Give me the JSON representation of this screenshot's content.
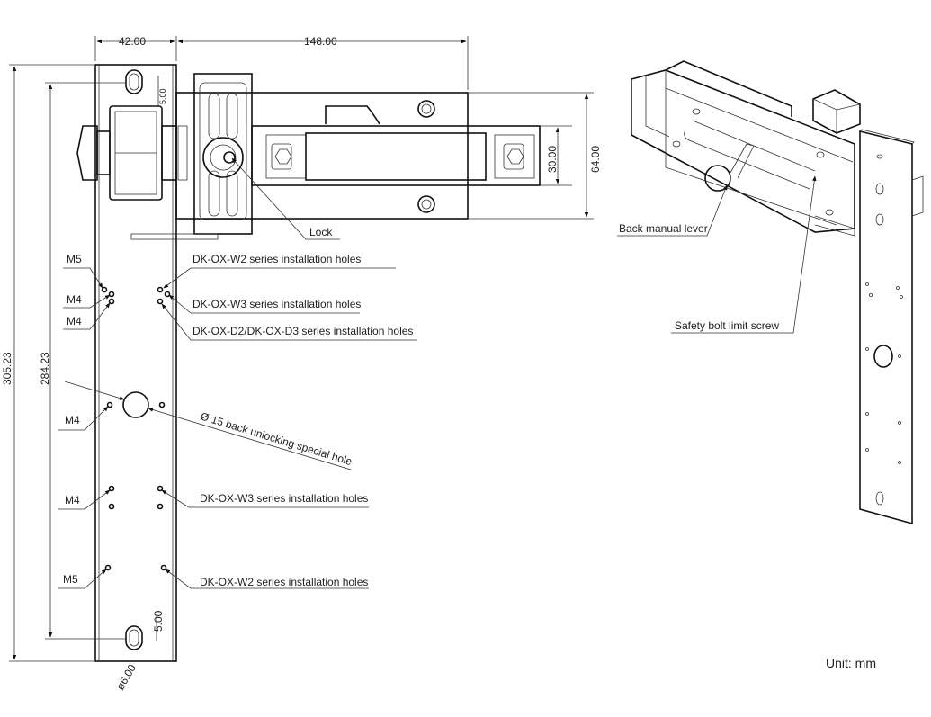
{
  "dimensions": {
    "top_width": "42.00",
    "top_length": "148.00",
    "slot_offset_top": "5.00",
    "body_height_outer": "305.23",
    "body_height_inner": "284.23",
    "box_height_inner": "30.00",
    "box_height_outer": "64.00",
    "slot_offset_bottom": "5.00",
    "slot_diameter": "ø6.00"
  },
  "labels": {
    "lock": "Lock",
    "w2_top": "DK-OX-W2 series installation holes",
    "w3_top": "DK-OX-W3 series installation holes",
    "d2_d3": "DK-OX-D2/DK-OX-D3 series installation holes",
    "special_hole": "Ø 15 back unlocking special hole",
    "w3_bottom": "DK-OX-W3 series installation holes",
    "w2_bottom": "DK-OX-W2 series installation holes",
    "m5_top": "M5",
    "m4_a": "M4",
    "m4_b": "M4",
    "m4_mid": "M4",
    "m4_low": "M4",
    "m5_bottom": "M5",
    "back_manual_lever": "Back manual lever",
    "safety_bolt": "Safety bolt limit screw",
    "unit": "Unit: mm"
  }
}
